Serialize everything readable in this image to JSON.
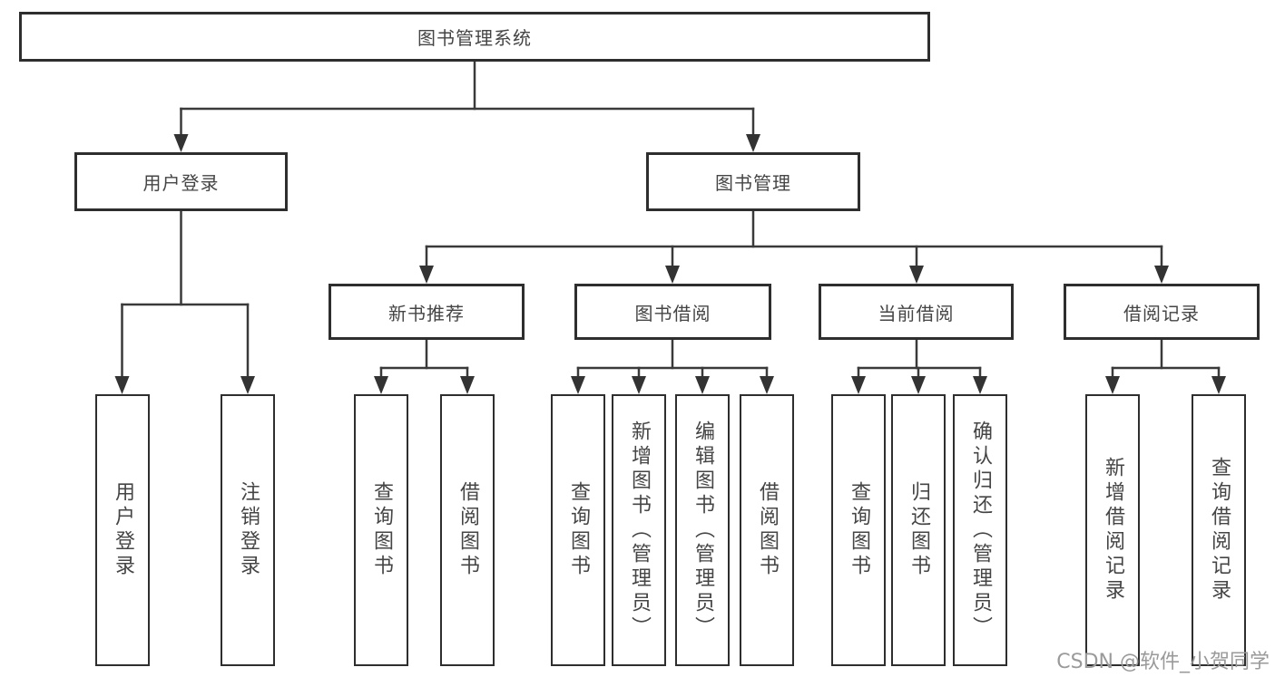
{
  "diagram": {
    "title": "图书管理系统",
    "level2": {
      "user_login": "用户登录",
      "book_mgmt": "图书管理"
    },
    "level3": {
      "new_books": "新书推荐",
      "borrowing": "图书借阅",
      "current": "当前借阅",
      "records": "借阅记录"
    },
    "leaves": {
      "user_login_1": "用户登录",
      "user_login_2": "注销登录",
      "new_books_1": "查询图书",
      "new_books_2": "借阅图书",
      "borrowing_1": "查询图书",
      "borrowing_2": "新增图书（管理员）",
      "borrowing_3": "编辑图书（管理员）",
      "borrowing_4": "借阅图书",
      "current_1": "查询图书",
      "current_2": "归还图书",
      "current_3": "确认归还（管理员）",
      "records_1": "新增借阅记录",
      "records_2": "查询借阅记录"
    },
    "colors": {
      "line": "#3a3a3a",
      "arrow": "#333333",
      "box_border": "#2e2e2e",
      "text": "#454545"
    }
  },
  "watermark": {
    "text": "CSDN @软件_小贺同学",
    "color": "#9a9a9a"
  }
}
